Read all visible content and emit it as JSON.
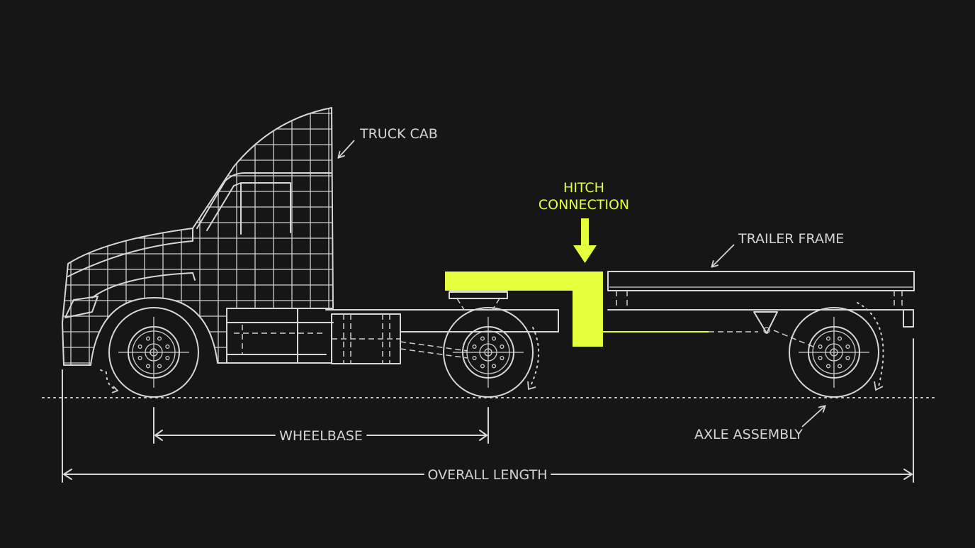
{
  "labels": {
    "truck_cab": "TRUCK CAB",
    "hitch_line1": "HITCH",
    "hitch_line2": "CONNECTION",
    "trailer_frame": "TRAILER FRAME",
    "wheelbase": "WHEELBASE",
    "axle_assembly": "AXLE ASSEMBLY",
    "overall_length": "OVERALL LENGTH"
  },
  "colors": {
    "background": "#161616",
    "line": "#d7d7d7",
    "highlight": "#e4ff3c"
  }
}
